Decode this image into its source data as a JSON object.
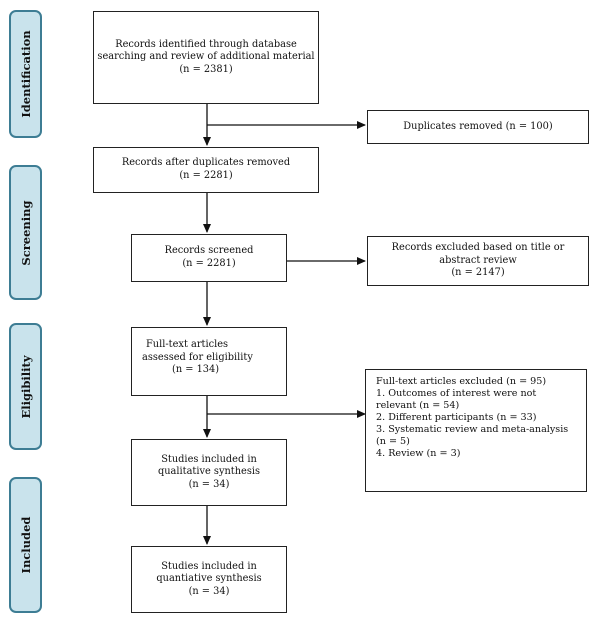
{
  "phases": {
    "identification": "Identification",
    "screening": "Screening",
    "eligibility": "Eligibility",
    "included": "Included"
  },
  "boxes": {
    "records_identified": {
      "lines": [
        "Records identified through database",
        "searching and review of additional material",
        "(n = 2381)"
      ]
    },
    "duplicates_removed": {
      "lines": [
        "Duplicates removed (n = 100)"
      ]
    },
    "after_duplicates": {
      "lines": [
        "Records after duplicates removed",
        "(n = 2281)"
      ]
    },
    "records_screened": {
      "lines": [
        "Records screened",
        "(n = 2281)"
      ]
    },
    "records_excluded": {
      "lines": [
        "Records excluded based on title or",
        "abstract review",
        "(n = 2147)"
      ]
    },
    "fulltext_assessed": {
      "lines": [
        "Full-text articles",
        "assessed for eligibility",
        "(n = 134)"
      ]
    },
    "fulltext_excluded": {
      "lines": [
        "Full-text articles excluded (n = 95)",
        "1. Outcomes of interest were not",
        "relevant (n = 54)",
        "2. Different participants (n = 33)",
        "3. Systematic review and meta-analysis",
        "(n = 5)",
        "4. Review (n = 3)"
      ]
    },
    "qualitative": {
      "lines": [
        "Studies included in",
        "qualitative synthesis",
        "(n = 34)"
      ]
    },
    "quantitative": {
      "lines": [
        "Studies included in",
        "quantiative synthesis",
        "(n = 34)"
      ]
    }
  },
  "colors": {
    "phase_fill": "#c9e3ec",
    "phase_border": "#3d7d94",
    "box_border": "#222222",
    "arrow": "#111111"
  }
}
